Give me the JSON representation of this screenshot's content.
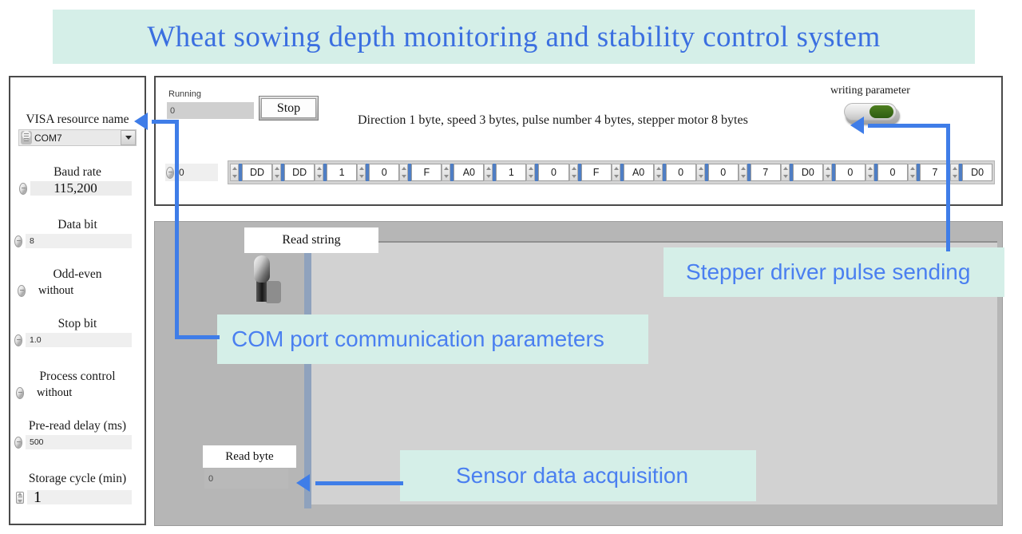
{
  "title": {
    "text": "Wheat sowing depth monitoring and stability control system"
  },
  "sidebar": {
    "visa": {
      "label": "VISA resource name",
      "value": "COM7",
      "icon": "serial-port-icon",
      "arrow_icon": "chevron-down-icon"
    },
    "fields": [
      {
        "label": "Baud rate",
        "value": "115,200"
      },
      {
        "label": "Data bit",
        "value": "8"
      },
      {
        "label": "Odd-even",
        "value": "without"
      },
      {
        "label": "Stop bit",
        "value": "1.0"
      },
      {
        "label": "Process control",
        "value": "without"
      },
      {
        "label": "Pre-read delay (ms)",
        "value": "500"
      },
      {
        "label": "Storage cycle (min)",
        "value": "1"
      }
    ]
  },
  "top_panel": {
    "running_label": "Running",
    "running_value": "0",
    "stop_button": "Stop",
    "direction_note": "Direction 1 byte, speed 3 bytes, pulse number 4 bytes, stepper motor 8 bytes",
    "writing_parameter_label": "writing parameter",
    "writing_parameter_state": "on",
    "array_index": "0",
    "array_values": [
      "DD",
      "DD",
      "1",
      "0",
      "F",
      "A0",
      "1",
      "0",
      "F",
      "A0",
      "0",
      "0",
      "7",
      "D0",
      "0",
      "0",
      "7",
      "D0"
    ]
  },
  "lower_panel": {
    "read_string_label": "Read string",
    "read_byte_label": "Read byte",
    "read_byte_value": "0"
  },
  "callouts": {
    "stepper": "Stepper driver pulse sending",
    "com": "COM port communication parameters",
    "sensor": "Sensor data acquisition"
  },
  "colors": {
    "banner_bg": "#d5efe8",
    "accent_blue": "#4a7ff0",
    "arrow_blue": "#3f7de8",
    "panel_gray": "#b6b6b6",
    "led_green": "#2d5c11"
  }
}
